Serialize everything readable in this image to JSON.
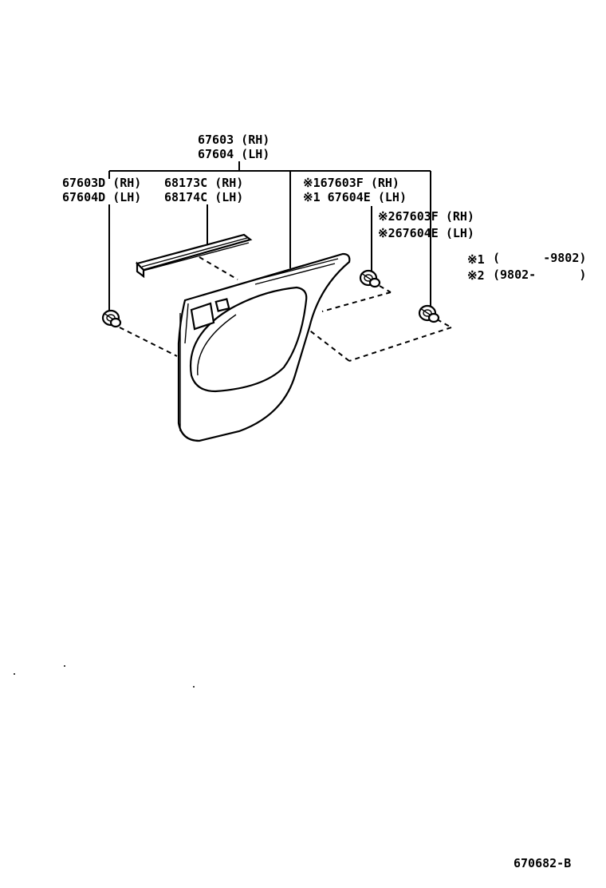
{
  "callouts": {
    "board_rh": "67603 (RH)",
    "board_lh": "67604 (LH)",
    "clip_left_rh": "67603D (RH)",
    "clip_left_lh": "67604D (LH)",
    "weatherstrip_rh": "68173C (RH)",
    "weatherstrip_lh": "68174C (LH)",
    "variant1_rh": "※167603F (RH)",
    "variant1_lh": "※1 67604E (LH)",
    "variant2_rh": "※267603F (RH)",
    "variant2_lh": "※267604E (LH)"
  },
  "legend": {
    "note1_mark": "※1",
    "note1_range": "(      -9802)",
    "note2_mark": "※2",
    "note2_range": "(9802-      )"
  },
  "figure_code": "670682-B"
}
